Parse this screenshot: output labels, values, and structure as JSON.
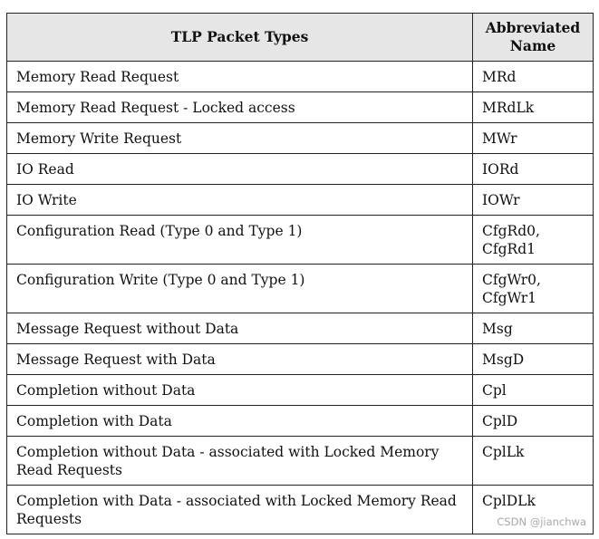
{
  "table": {
    "headers": [
      "TLP Packet Types",
      "Abbreviated Name"
    ],
    "rows": [
      {
        "type": "Memory Read Request",
        "abbr": "MRd"
      },
      {
        "type": "Memory Read Request - Locked access",
        "abbr": "MRdLk"
      },
      {
        "type": "Memory Write Request",
        "abbr": "MWr"
      },
      {
        "type": "IO Read",
        "abbr": "IORd"
      },
      {
        "type": "IO Write",
        "abbr": "IOWr"
      },
      {
        "type": "Configuration Read (Type 0 and Type 1)",
        "abbr": "CfgRd0, CfgRd1"
      },
      {
        "type": "Configuration Write (Type 0 and Type 1)",
        "abbr": "CfgWr0, CfgWr1"
      },
      {
        "type": "Message Request without Data",
        "abbr": "Msg"
      },
      {
        "type": "Message Request with Data",
        "abbr": "MsgD"
      },
      {
        "type": "Completion without Data",
        "abbr": "Cpl"
      },
      {
        "type": "Completion with Data",
        "abbr": "CplD"
      },
      {
        "type": "Completion without Data - associated with Locked Memory Read Requests",
        "abbr": "CplLk"
      },
      {
        "type": "Completion with Data - associated with Locked Memory Read Requests",
        "abbr": "CplDLk"
      }
    ]
  },
  "watermark": "CSDN @jianchwa"
}
